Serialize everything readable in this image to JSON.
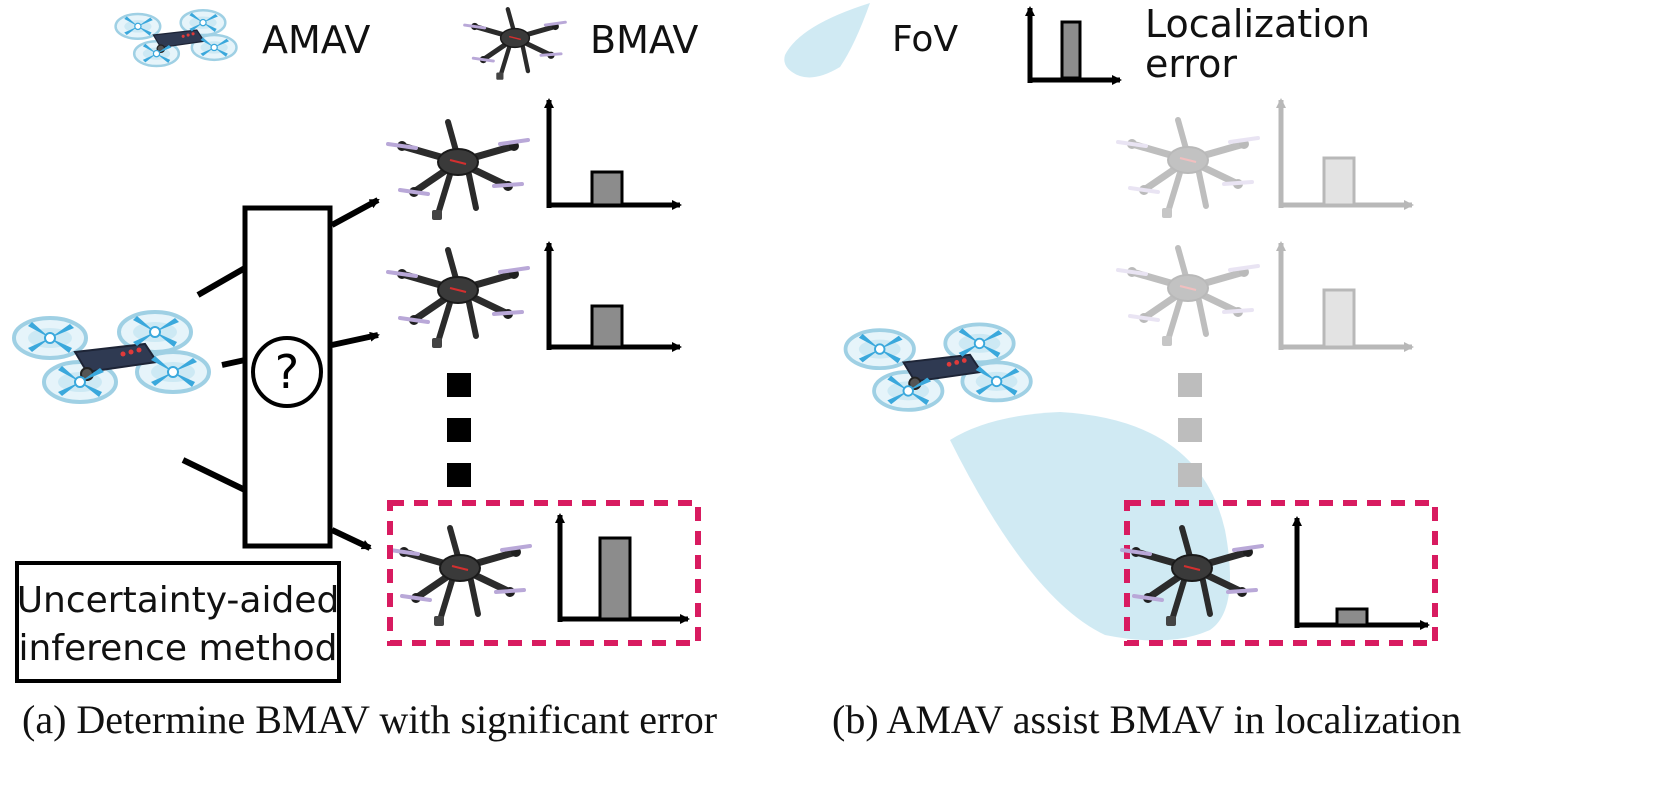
{
  "legend": {
    "amav_label": "AMAV",
    "bmav_label": "BMAV",
    "fov_label": "FoV",
    "error_label_line1": "Localization",
    "error_label_line2": "error"
  },
  "panel_a": {
    "method_label_line1": "Uncertainty-aided",
    "method_label_line2": "inference method",
    "question_mark": "?",
    "caption": "(a) Determine BMAV with significant error",
    "error_levels": [
      "low",
      "low",
      "high"
    ]
  },
  "panel_b": {
    "caption": "(b) AMAV assist BMAV in localization",
    "error_levels": [
      "low",
      "low",
      "reduced"
    ]
  },
  "colors": {
    "highlight_dashed": "#d81b60",
    "fov_fill": "#a9d8ea",
    "bar_fill": "#8c8c8c",
    "faded": "#b0b0b0",
    "amav_blue": "#3aa8dc",
    "bmav_dark": "#2b2b2b"
  },
  "icons": {
    "amav": "amav-drone-icon",
    "bmav": "bmav-drone-icon",
    "question": "question-circle-icon"
  }
}
